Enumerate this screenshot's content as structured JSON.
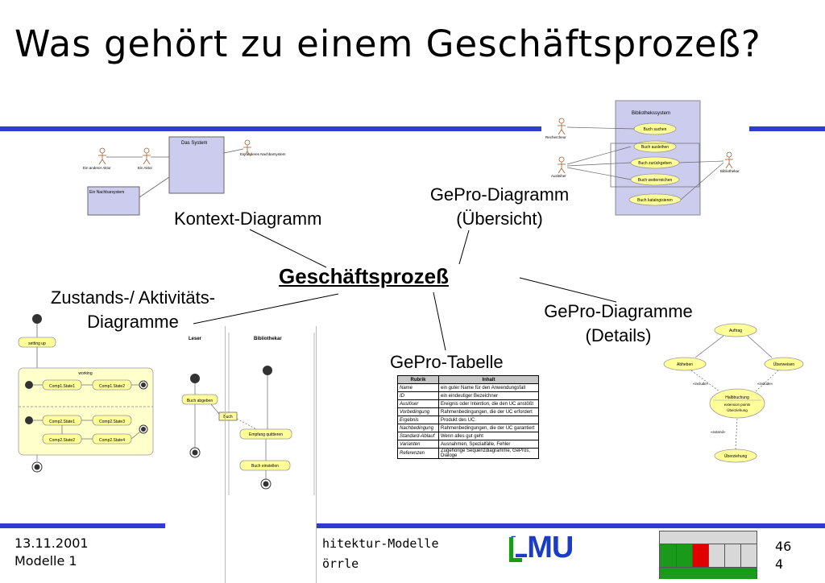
{
  "slide": {
    "title": "Was gehört zu einem Geschäftsprozeß?",
    "center_label": "Geschäftsprozeß",
    "labels": {
      "kontext": "Kontext-Diagramm",
      "gepro_uebersicht_1": "GePro-Diagramm",
      "gepro_uebersicht_2": "(Übersicht)",
      "zustand_1": "Zustands-/ Aktivitäts-",
      "zustand_2": "Diagramme",
      "gepro_details_1": "GePro-Diagramme",
      "gepro_details_2": "(Details)",
      "gepro_tabelle": "GePro-Tabelle"
    },
    "colors": {
      "rule": "#2f3cd0",
      "lmu_green": "#1a9a1a",
      "lmu_blue": "#1a3cc8",
      "node_fill": "#ffff99",
      "box_fill": "#ccccee",
      "status_red": "#e00000"
    }
  },
  "context_diagram": {
    "system": "Das System",
    "actor_left_1": "Ein anderer Aktor",
    "actor_left_2": "Ein Aktor",
    "neighbor_right": "Ein anderes Nachbarsystem",
    "neighbor_bottom": "Ein Nachbarsystem"
  },
  "overview_diagram": {
    "system": "Bibliothekssystem",
    "actor_1": "Rechercheur",
    "actor_2": "Ausleiher",
    "actor_3": "Bibliothekar",
    "use_cases": [
      "Buch suchen",
      "Buch ausleihen",
      "Buch zurückgeben",
      "Buch weiterreichen",
      "Buch katalogisieren"
    ]
  },
  "state_diagram": {
    "initial_state": "setting up",
    "composite": "working",
    "states": [
      "Comp1.State1",
      "Comp1.State2",
      "Comp2.State1",
      "Comp2.State3",
      "Comp2.State2",
      "Comp2.State4"
    ]
  },
  "activity_diagram": {
    "lane_1": "Leser",
    "lane_2": "Bibliothekar",
    "actions": [
      "Buch abgeben",
      "Buch",
      "Empfang quittieren",
      "Buch einstellen"
    ]
  },
  "details_diagram": {
    "top": "Auftrag",
    "left": "Abheben",
    "right": "Überweisen",
    "center_1": "Halbbuchung",
    "center_2": "extension points",
    "center_3": "Überziehung",
    "bottom": "Überziehung",
    "include_1": "«include»",
    "include_2": "«include»",
    "extend": "«extend»"
  },
  "gepro_table": {
    "headers": [
      "Rubrik",
      "Inhalt"
    ],
    "rows": [
      [
        "Name",
        "ein guter Name für den Anwendungsfall"
      ],
      [
        "ID",
        "ein eindeutiger Bezeichner"
      ],
      [
        "Auslöser",
        "Ereignis oder Intention, die den UC anstößt"
      ],
      [
        "Vorbedingung",
        "Rahmenbedingungen, die der UC erfordert"
      ],
      [
        "Ergebnis",
        "Produkt des UC"
      ],
      [
        "Nachbedingung",
        "Rahmenbedingungen, die der UC garantiert"
      ],
      [
        "Standard-Ablauf",
        "Wenn alles gut geht"
      ],
      [
        "Varianten",
        "Ausnahmen, Spezialfälle, Fehler"
      ],
      [
        "Referenzen",
        "Zugehörige Sequenzdiagramme, GePros, Dialoge"
      ]
    ]
  },
  "footer": {
    "date": "13.11.2001",
    "course": "Modelle 1",
    "middle_1": "hitektur-Modelle",
    "middle_2": "örrle",
    "logo": "LMU",
    "page_1": "46",
    "page_2": "4"
  }
}
